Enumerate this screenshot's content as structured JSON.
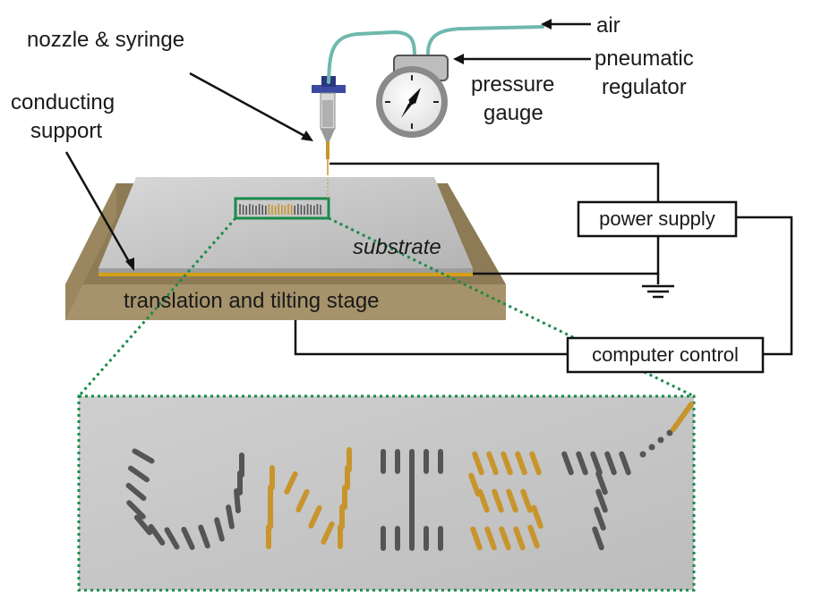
{
  "labels": {
    "nozzle": "nozzle & syringe",
    "conducting_line1": "conducting",
    "conducting_line2": "support",
    "air": "air",
    "pressure_line1": "pressure",
    "pressure_line2": "gauge",
    "pneumatic_line1": "pneumatic",
    "pneumatic_line2": "regulator",
    "substrate": "substrate",
    "stage": "translation and tilting stage",
    "power_supply": "power supply",
    "computer_control": "computer control"
  },
  "colors": {
    "stage": "#a6936b",
    "substrate_top": "#c9c9c9",
    "conducting_layer": "#d4a017",
    "highlight_green": "#1a8a4a",
    "tube": "#6fb8ad",
    "syringe_cap": "#3b4aa0",
    "rod_gray": "#555555",
    "rod_gold": "#c8952c",
    "zoom_bg": "#c6c6c6"
  },
  "zoom_text": "UNIST"
}
